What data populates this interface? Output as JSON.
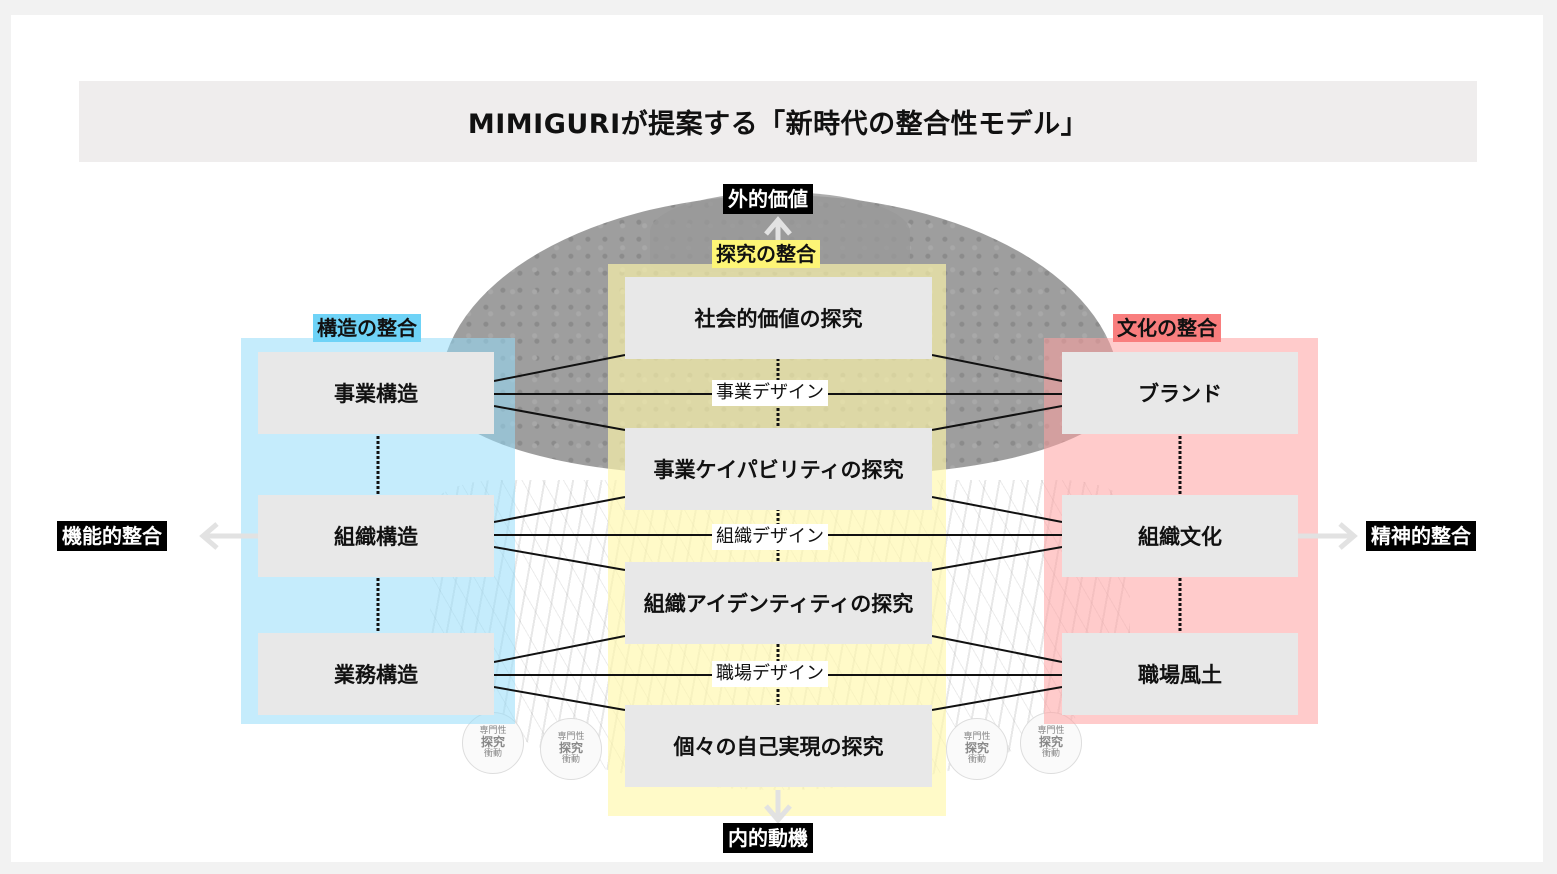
{
  "title": "MIMIGURIが提案する「新時代の整合性モデル」",
  "axes": {
    "top": "外的価値",
    "bottom": "内的動機",
    "left": "機能的整合",
    "right": "精神的整合"
  },
  "groups": {
    "structure": {
      "label": "構造の整合",
      "color": "#6fd3f7",
      "items": [
        "事業構造",
        "組織構造",
        "業務構造"
      ]
    },
    "inquiry": {
      "label": "探究の整合",
      "color": "#fdf576",
      "items": [
        "社会的価値の探究",
        "事業ケイパビリティの探究",
        "組織アイデンティティの探究",
        "個々の自己実現の探究"
      ]
    },
    "culture": {
      "label": "文化の整合",
      "color": "#f97e7e",
      "items": [
        "ブランド",
        "組織文化",
        "職場風土"
      ]
    }
  },
  "design_labels": [
    "事業デザイン",
    "組織デザイン",
    "職場デザイン"
  ],
  "background_illustration": {
    "root_bubbles": [
      {
        "top": "専門性",
        "main": "探究",
        "bottom": "衝動"
      },
      {
        "top": "専門性",
        "main": "探究",
        "bottom": "衝動"
      },
      {
        "top": "専門性",
        "main": "探究",
        "bottom": "衝動"
      },
      {
        "top": "専門性",
        "main": "探究",
        "bottom": "衝動"
      }
    ]
  }
}
